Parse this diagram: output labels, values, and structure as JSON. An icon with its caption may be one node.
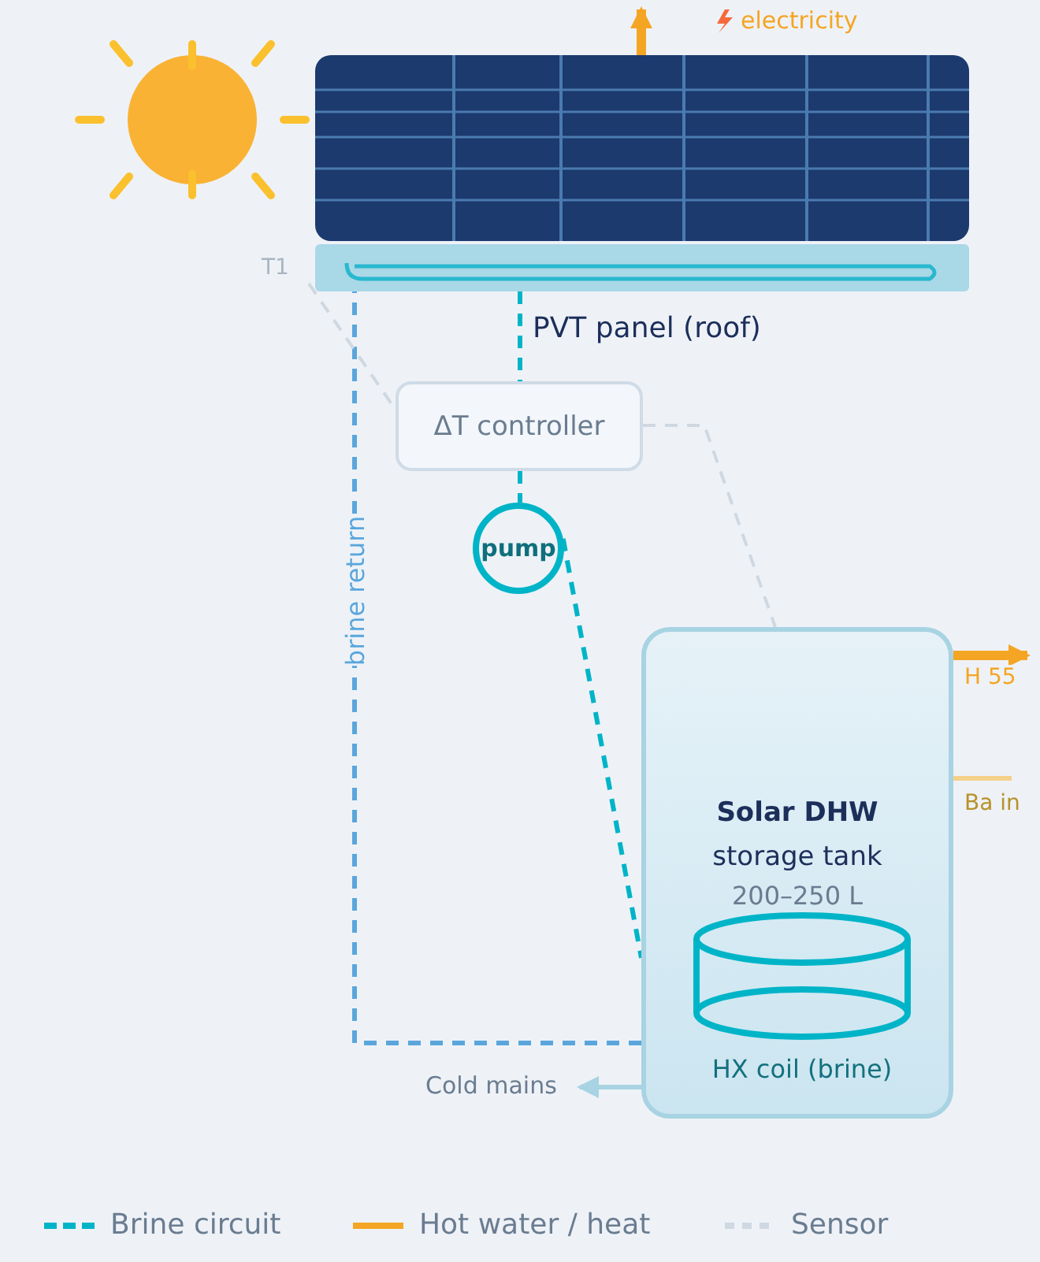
{
  "diagram": {
    "nodes": [
      {
        "text": [
          "PVT panel (roof)"
        ]
      },
      {
        "text": [
          "ΔT controller"
        ]
      },
      {
        "text": [
          "pump"
        ]
      },
      {
        "text": [
          "Solar DHW",
          "storage tank",
          "200–250 L"
        ]
      },
      {
        "text": [
          "HX coil (brine)"
        ],
        "in": 3
      },
      {
        "text": [
          "T1"
        ]
      }
    ],
    "edges": [
      {
        "from": 0,
        "to": 1,
        "arrow": "none",
        "style": "dashed"
      },
      {
        "from": 1,
        "to": 2,
        "arrow": "none",
        "style": "dashed"
      },
      {
        "from": 2,
        "to": 3,
        "arrow": "none",
        "style": "dashed"
      },
      {
        "from": 3,
        "to": 0,
        "arrow": "none",
        "label": "brine return",
        "style": "dashed",
        "color": "#5aa6dc"
      },
      {
        "from": 5,
        "to": 1,
        "arrow": "none",
        "style": "dashed",
        "color": "#cfd8e1"
      },
      {
        "from": 1,
        "to": 3,
        "arrow": "none",
        "style": "dashed",
        "color": "#cfd8e1"
      },
      {
        "from": 3,
        "to": null,
        "arrow": "to",
        "label": "H 55",
        "style": "thick",
        "color": "#f5a524"
      },
      {
        "from": 3,
        "to": null,
        "arrow": "none",
        "label": "Ba in",
        "color": "#f5d08a"
      },
      {
        "from": 3,
        "to": null,
        "arrow": "to",
        "label": "Cold mains",
        "color": "#a8d3e2"
      },
      {
        "from": 0,
        "to": null,
        "arrow": "to",
        "label": "electricity",
        "style": "thick",
        "color": "#f5a524"
      }
    ],
    "legend": [
      {
        "text": "Brine circuit"
      },
      {
        "text": "Hot water / heat"
      },
      {
        "text": "Sensor"
      }
    ]
  }
}
